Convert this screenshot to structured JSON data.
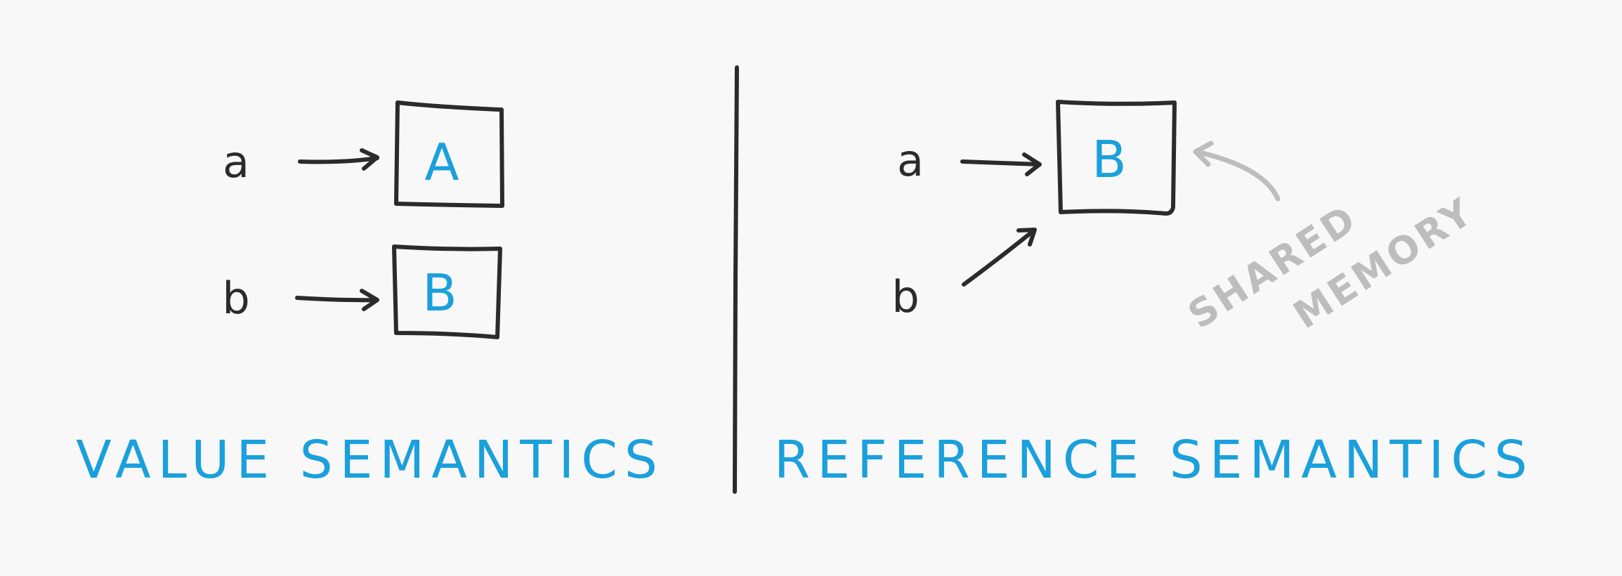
{
  "left_panel": {
    "title": "VALUE SEMANTICS",
    "var_a": "a",
    "var_b": "b",
    "value_a": "A",
    "value_b": "B"
  },
  "right_panel": {
    "title": "REFERENCE SEMANTICS",
    "var_a": "a",
    "var_b": "b",
    "shared_value": "B",
    "annotation_line1": "SHARED",
    "annotation_line2": "MEMORY"
  },
  "colors": {
    "ink": "#2b2b2b",
    "accent": "#1aa0dc",
    "annotation": "#bdbdbd",
    "background": "#f8f8f8"
  }
}
